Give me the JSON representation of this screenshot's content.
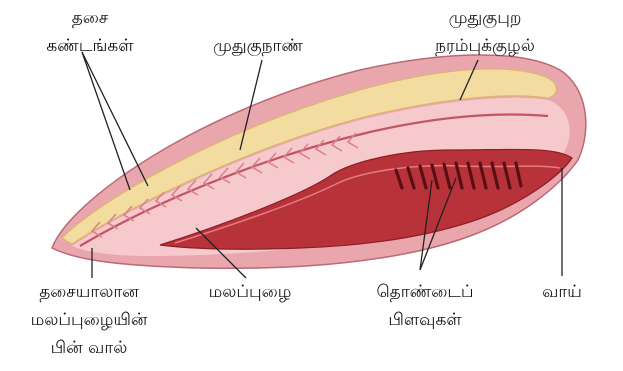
{
  "labels": {
    "muscle_segments": [
      "தசை",
      "கண்டங்கள்"
    ],
    "notochord": "முதுகுநாண்",
    "nerve_cord": [
      "முதுகுபுற",
      "நரம்புக்குழல்"
    ],
    "post_anal_tail": [
      "தசையாலான",
      "மலப்புழையின்",
      "பின் வால்"
    ],
    "anus": "மலப்புழை",
    "gill_slits": [
      "தொண்டைப்",
      "பிளவுகள்"
    ],
    "mouth": "வாய்"
  },
  "colors": {
    "body_outer": "#e9a7ad",
    "body_inner": "#f6c9cc",
    "nerve_cord": "#f3dca0",
    "notochord_line": "#c25566",
    "gut": "#b8323a",
    "gill_slit": "#5a0f14",
    "pointer_line": "#222222"
  }
}
